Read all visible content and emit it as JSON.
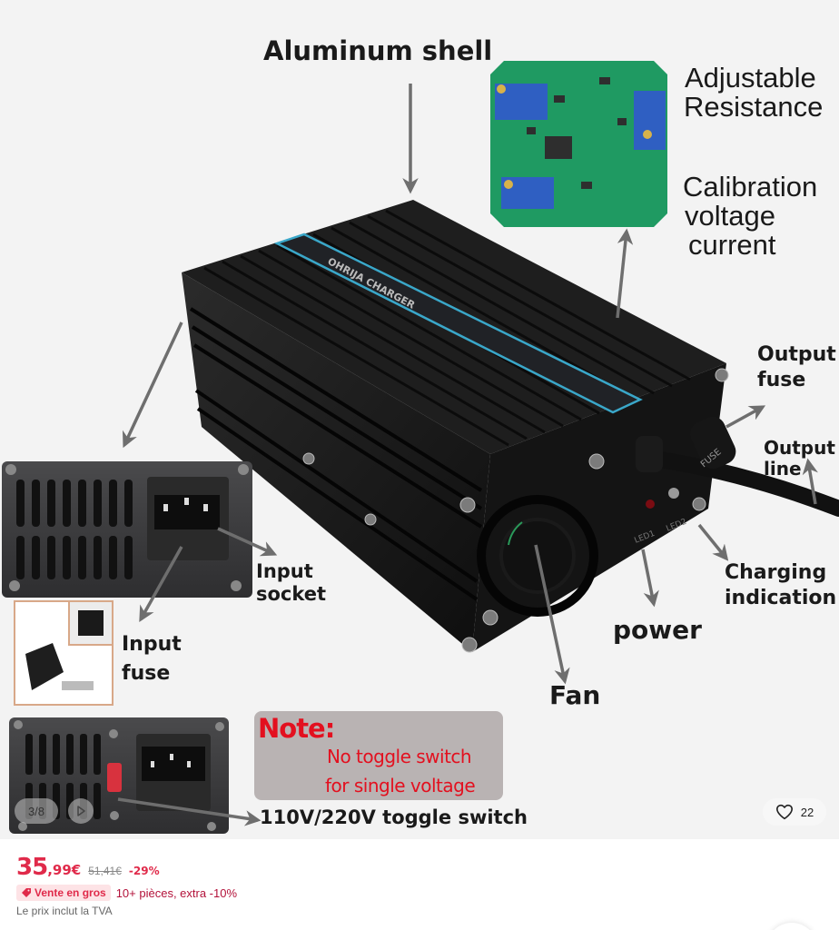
{
  "gallery": {
    "counter": "3/8",
    "play_icon": "play-icon",
    "like_icon": "heart-icon",
    "like_count": "22",
    "image_labels": {
      "aluminum_shell": "Aluminum shell",
      "adjustable_resistance_1": "Adjustable",
      "adjustable_resistance_2": "Resistance",
      "calibration_1": "Calibration",
      "calibration_2": "voltage",
      "calibration_3": "current",
      "output_fuse_1": "Output",
      "output_fuse_2": "fuse",
      "output_line_1": "Output",
      "output_line_2": "line",
      "charging_1": "Charging",
      "charging_2": "indication",
      "power": "power",
      "fan": "Fan",
      "input_socket_1": "Input",
      "input_socket_2": "socket",
      "input_fuse_1": "Input",
      "input_fuse_2": "fuse",
      "toggle_switch": "110V/220V  toggle switch",
      "note_title": "Note:",
      "note_line_1": "No toggle switch",
      "note_line_2": "for single voltage",
      "charger_label": "OHRIJA CHARGER",
      "led1": "LED1",
      "led2": "LED2",
      "fuse_cap": "FUSE"
    }
  },
  "price": {
    "integer": "35",
    "decimal": ",99€",
    "original": "51,41€",
    "discount": "-29%",
    "bulk_tag": "Vente en gros",
    "bulk_tag_icon": "tag-icon",
    "bulk_offer": "10+ pièces, extra -10%",
    "vat_note": "Le prix inclut la TVA"
  },
  "colors": {
    "price_red": "#e02a4a",
    "note_red": "#e3101f",
    "background": "#f3f3f3"
  }
}
